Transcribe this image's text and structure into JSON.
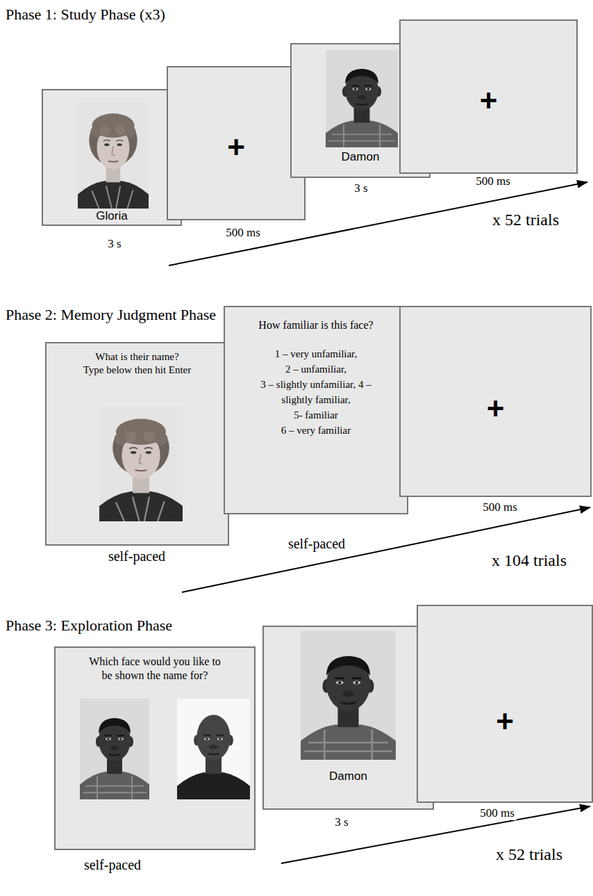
{
  "diagram": {
    "nodes": [
      {
        "text": [
          "Gloria"
        ]
      },
      {
        "text": [
          "+"
        ]
      },
      {
        "text": [
          "Damon"
        ]
      },
      {
        "text": [
          "+"
        ]
      },
      {
        "text": [
          "What is their name? Type below then hit Enter"
        ]
      },
      {
        "text": [
          "How familiar is this face?",
          "1 – very unfamiliar, 2 – unfamiliar, 3 – slightly unfamiliar, 4 – slightly familiar, 5- familiar 6 – very familiar"
        ]
      },
      {
        "text": [
          "+"
        ]
      },
      {
        "text": [
          "Which face would you like to be shown the name for?"
        ]
      },
      {
        "text": [
          "Damon"
        ]
      },
      {
        "text": [
          "+"
        ]
      }
    ],
    "labels": [
      "Phase 1: Study Phase (x3)",
      "3 s",
      "500 ms",
      "3 s",
      "500 ms",
      "x 52 trials",
      "Phase 2: Memory Judgment Phase",
      "self-paced",
      "self-paced",
      "500 ms",
      "x 104 trials",
      "Phase 3: Exploration Phase",
      "self-paced",
      "3 s",
      "500 ms",
      "x 52 trials"
    ]
  }
}
